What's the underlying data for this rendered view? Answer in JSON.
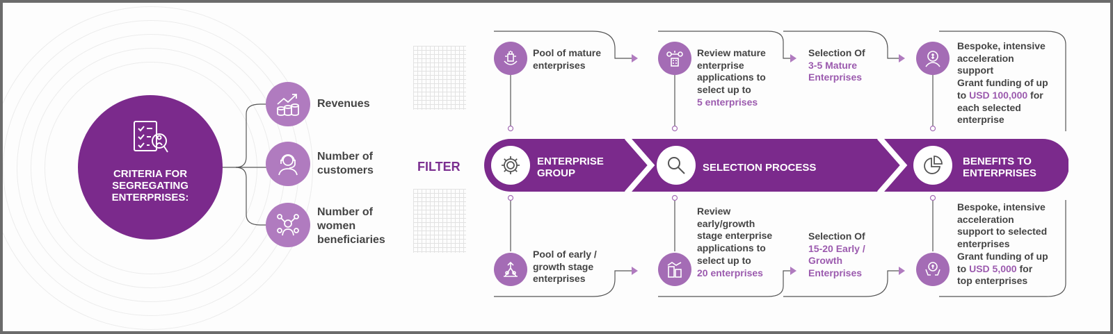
{
  "criteria": {
    "title": "CRITERIA FOR\nSEGREGATING\nENTERPRISES:",
    "items": [
      {
        "label": "Revenues",
        "icon": "revenue-coins-icon"
      },
      {
        "label": "Number of\ncustomers",
        "icon": "customer-support-icon"
      },
      {
        "label": "Number of\nwomen\nbeneficiaries",
        "icon": "women-beneficiaries-icon"
      }
    ]
  },
  "filter_label": "FILTER",
  "band": {
    "color": "#7b2a8c",
    "stages": [
      {
        "label": "ENTERPRISE\nGROUP",
        "icon": "gear-icon"
      },
      {
        "label": "SELECTION PROCESS",
        "icon": "magnifier-icon"
      },
      {
        "label": "BENEFITS TO\nENTERPRISES",
        "icon": "pie-chart-icon"
      }
    ]
  },
  "top": {
    "pool": [
      "Pool of mature",
      "enterprises"
    ],
    "review": [
      "Review mature",
      "enterprise",
      "applications to",
      "select up to"
    ],
    "review_highlight": "5 enterprises",
    "selection": "Selection Of",
    "selection_highlight": [
      "3-5 Mature",
      "Enterprises"
    ],
    "benefits": [
      "Bespoke, intensive",
      "acceleration",
      "support",
      "Grant funding of up"
    ],
    "benefits_prefix": "to ",
    "benefits_highlight": "USD 100,000",
    "benefits_suffix": " for",
    "benefits_end": [
      "each selected",
      "enterprise"
    ]
  },
  "bottom": {
    "pool": [
      "Pool of early /",
      "growth stage",
      "enterprises"
    ],
    "review": [
      "Review",
      "early/growth",
      "stage enterprise",
      "applications to",
      "select up to"
    ],
    "review_highlight": "20 enterprises",
    "selection": "Selection Of",
    "selection_highlight": [
      "15-20 Early /",
      "Growth",
      "Enterprises"
    ],
    "benefits": [
      "Bespoke, intensive",
      "acceleration",
      "support to selected",
      "enterprises",
      "Grant funding of up"
    ],
    "benefits_prefix": "to ",
    "benefits_highlight": "USD 5,000",
    "benefits_suffix": " for",
    "benefits_end": [
      "top enterprises"
    ]
  },
  "colors": {
    "primary": "#7b2a8c",
    "light": "#b07bbf",
    "highlight": "#9b5aae",
    "text": "#444444"
  }
}
